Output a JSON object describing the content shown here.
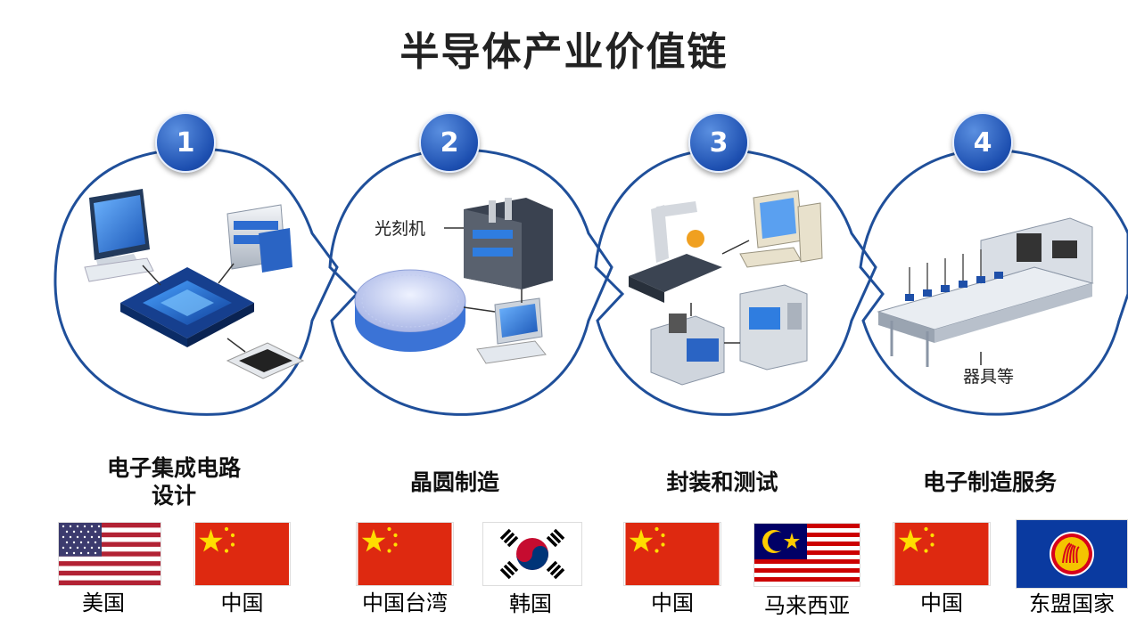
{
  "title": "半导体产业价值链",
  "stages": [
    {
      "number": "1",
      "category": "电子集成电路设计",
      "category_lines": [
        "电子集成电路",
        "设计"
      ],
      "inner_label": ""
    },
    {
      "number": "2",
      "category": "晶圆制造",
      "category_lines": [
        "晶圆制造"
      ],
      "inner_label": "光刻机"
    },
    {
      "number": "3",
      "category": "封装和测试",
      "category_lines": [
        "封装和测试"
      ],
      "inner_label": ""
    },
    {
      "number": "4",
      "category": "电子制造服务",
      "category_lines": [
        "电子制造服务"
      ],
      "inner_label": "器具等"
    }
  ],
  "countries": [
    {
      "name": "美国",
      "flag": "usa-flag"
    },
    {
      "name": "中国",
      "flag": "china-flag"
    },
    {
      "name": "中国台湾",
      "flag": "china-flag"
    },
    {
      "name": "韩国",
      "flag": "korea-flag"
    },
    {
      "name": "中国",
      "flag": "china-flag"
    },
    {
      "name": "马来西亚",
      "flag": "malaysia-flag"
    },
    {
      "name": "中国",
      "flag": "china-flag"
    },
    {
      "name": "东盟国家",
      "flag": "asean-flag"
    }
  ],
  "colors": {
    "badge_blue": "#1d4fb0",
    "outline_blue": "#1f4f9a",
    "china_red": "#de2910",
    "china_star": "#ffde00",
    "asean_blue": "#0a3aa0"
  }
}
